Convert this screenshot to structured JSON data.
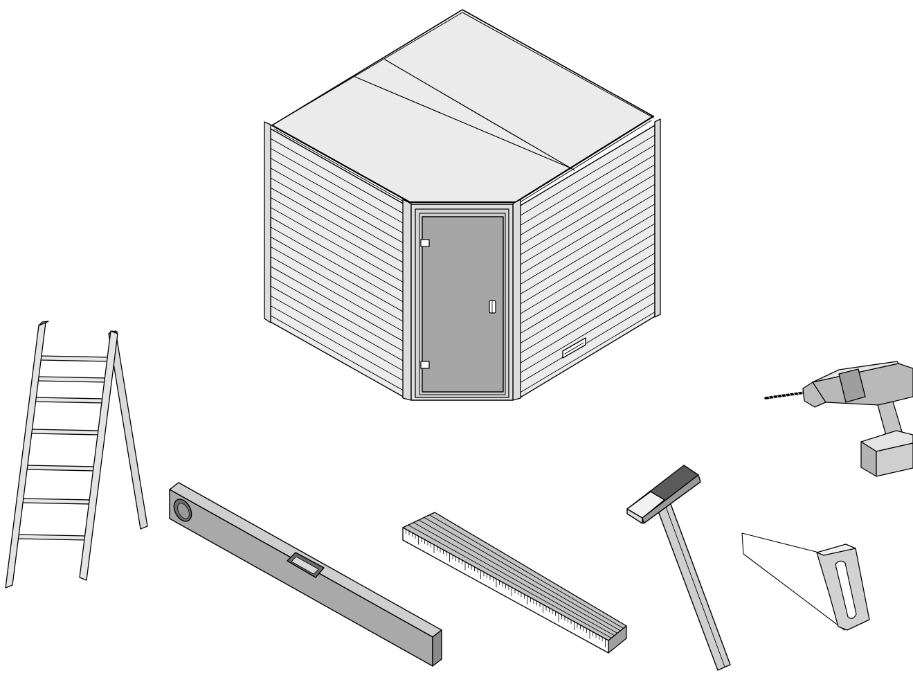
{
  "illustration": {
    "subject": "corner-sauna-cabin",
    "tools": [
      "ladder",
      "spirit-level",
      "folding-rule",
      "hammer",
      "hand-saw",
      "cordless-drill"
    ]
  },
  "colors": {
    "roof": "#ebebeb",
    "wall": "#ececec",
    "door": "#a6a6a6",
    "tool_gray": "#b4b4b4",
    "dark_gray": "#6f6f6f",
    "stroke": "#000000"
  },
  "icons": {
    "door_hinge": "hinge-icon",
    "door_handle": "handle-icon",
    "vent": "vent-icon"
  }
}
